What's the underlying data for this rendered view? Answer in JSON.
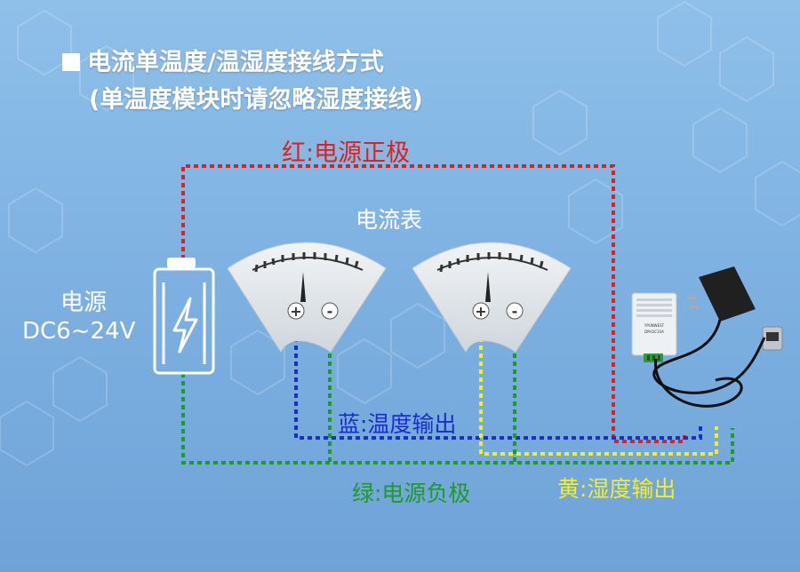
{
  "header": {
    "line1": "电流单温度/温湿度接线方式",
    "line2": "(单温度模块时请忽略湿度接线)"
  },
  "power": {
    "label_line1": "电源",
    "label_line2": "DC6~24V"
  },
  "meters": {
    "title": "电流表",
    "plus_symbol": "+",
    "minus_symbol": "-"
  },
  "device": {
    "brand_text": "YPUNWEST",
    "model_text": "DM-DC10A"
  },
  "wires": {
    "red": {
      "label": "红:电源正极",
      "color": "#e0201f"
    },
    "blue": {
      "label": "蓝:温度输出",
      "color": "#1a2ec9"
    },
    "green": {
      "label": "绿:电源负极",
      "color": "#1e9a2c"
    },
    "yellow": {
      "label": "黄:湿度输出",
      "color": "#f3ee25"
    }
  },
  "colors": {
    "background_top": "#8fc0ea",
    "background_bottom": "#6fa3d8",
    "meter_face": "#e8ecef",
    "text_white": "#ffffff"
  },
  "icons": [
    "lightning-icon",
    "plus-icon",
    "minus-icon",
    "power-adapter-icon",
    "sensor-module-icon"
  ]
}
